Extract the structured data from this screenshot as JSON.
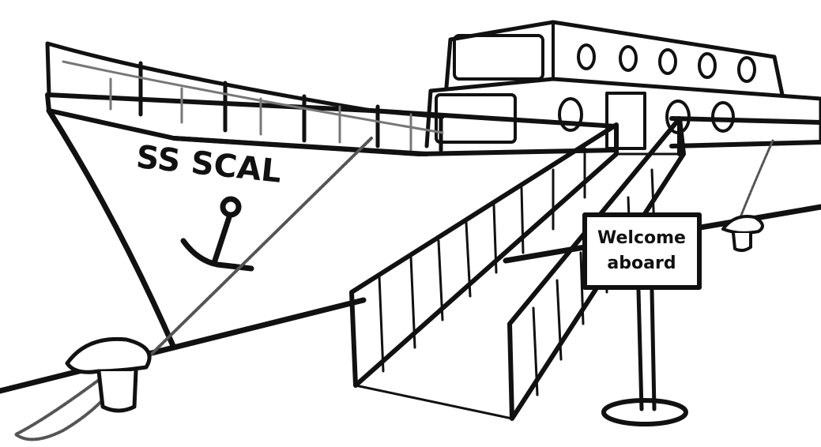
{
  "ship": {
    "name": "SS SCAL"
  },
  "sign": {
    "line1": "Welcome",
    "line2": "aboard"
  },
  "colors": {
    "ink": "#111111",
    "background": "#ffffff",
    "rope": "#555555"
  }
}
